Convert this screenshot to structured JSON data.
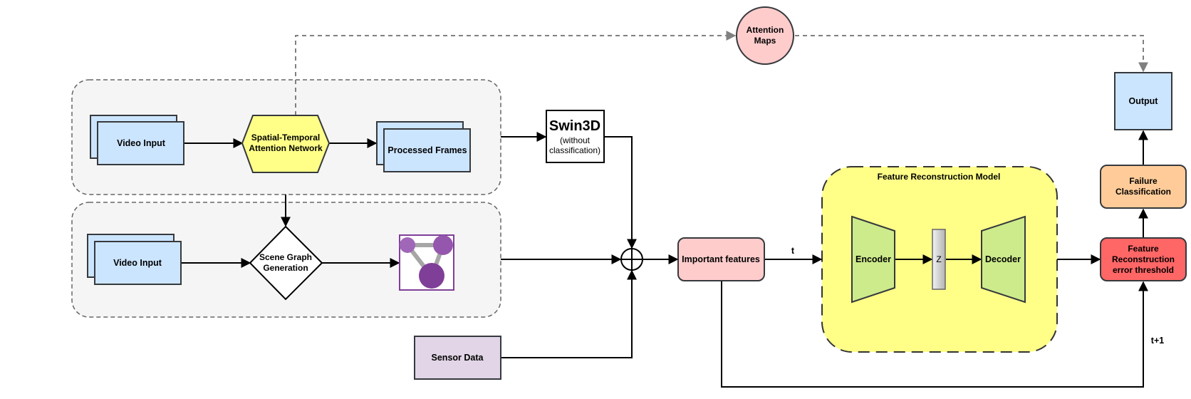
{
  "nodes": {
    "video_input_top": "Video Input",
    "st_attention": [
      "Spatial-Temporal",
      "Attention Network"
    ],
    "processed_frames": "Processed Frames",
    "video_input_bottom": "Video Input",
    "scene_graph": [
      "Scene Graph",
      "Generation"
    ],
    "swin3d_title": "Swin3D",
    "swin3d_sub": [
      "(without",
      "classification)"
    ],
    "attention_maps": [
      "Attention",
      "Maps"
    ],
    "sensor_data": "Sensor Data",
    "important_features": "Important features",
    "frm_title": "Feature Reconstruction Model",
    "encoder": "Encoder",
    "latent": "Z",
    "decoder": "Decoder",
    "threshold": [
      "Feature",
      "Reconstruction",
      "error threshold"
    ],
    "failure_class": [
      "Failure",
      "Classification"
    ],
    "output": "Output"
  },
  "edges": {
    "t_label": "t",
    "t_plus_1_label": "t+1"
  },
  "colors": {
    "group_fill": "#f5f5f5",
    "group_stroke": "#666666",
    "input_fill": "#cce5ff",
    "input_stroke": "#36393d",
    "hexagon_fill": "#ffff88",
    "circle_fill": "#ffcccc",
    "sensor_fill": "#e1d5e7",
    "frm_fill": "#ffff88",
    "encoder_fill": "#cdeb8b",
    "threshold_fill": "#ff6666",
    "failure_fill": "#ffcc99",
    "graph_purple": "#7f3f98"
  }
}
